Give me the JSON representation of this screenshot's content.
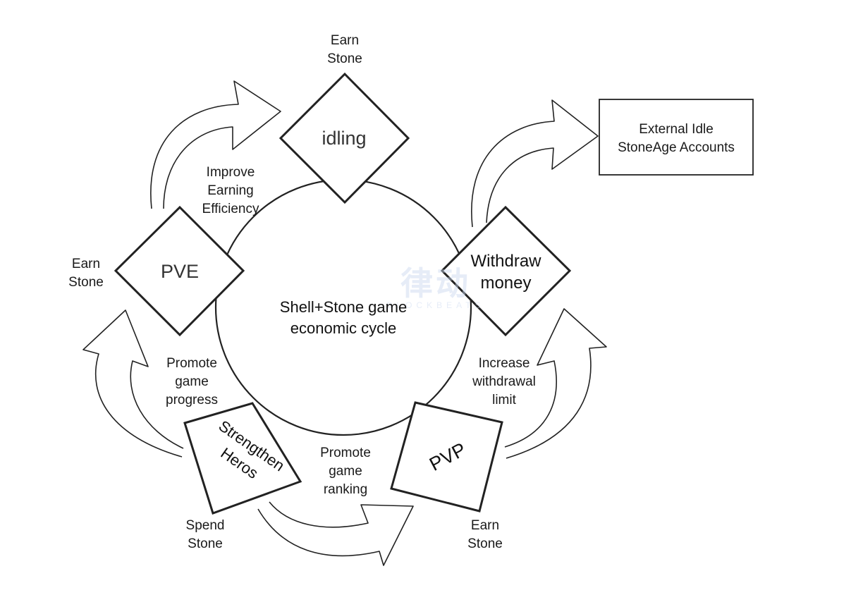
{
  "center": {
    "label": "Shell+Stone game\neconomic cycle"
  },
  "nodes": {
    "idling": "idling",
    "pve": "PVE",
    "withdraw": "Withdraw\nmoney",
    "strengthen": "Strengthen\nHeros",
    "pvp": "PVP"
  },
  "external_box": "External Idle\nStoneAge Accounts",
  "labels": {
    "earn_stone_idling": "Earn\nStone",
    "earn_stone_pve": "Earn\nStone",
    "earn_stone_pvp": "Earn\nStone",
    "spend_stone": "Spend\nStone",
    "improve_efficiency": "Improve\nEarning\nEfficiency",
    "promote_progress": "Promote\ngame\nprogress",
    "promote_ranking": "Promote\ngame\nranking",
    "increase_limit": "Increase\nwithdrawal\nlimit"
  },
  "watermark": {
    "logo": "律动",
    "text": "BLOCKBEATS"
  }
}
